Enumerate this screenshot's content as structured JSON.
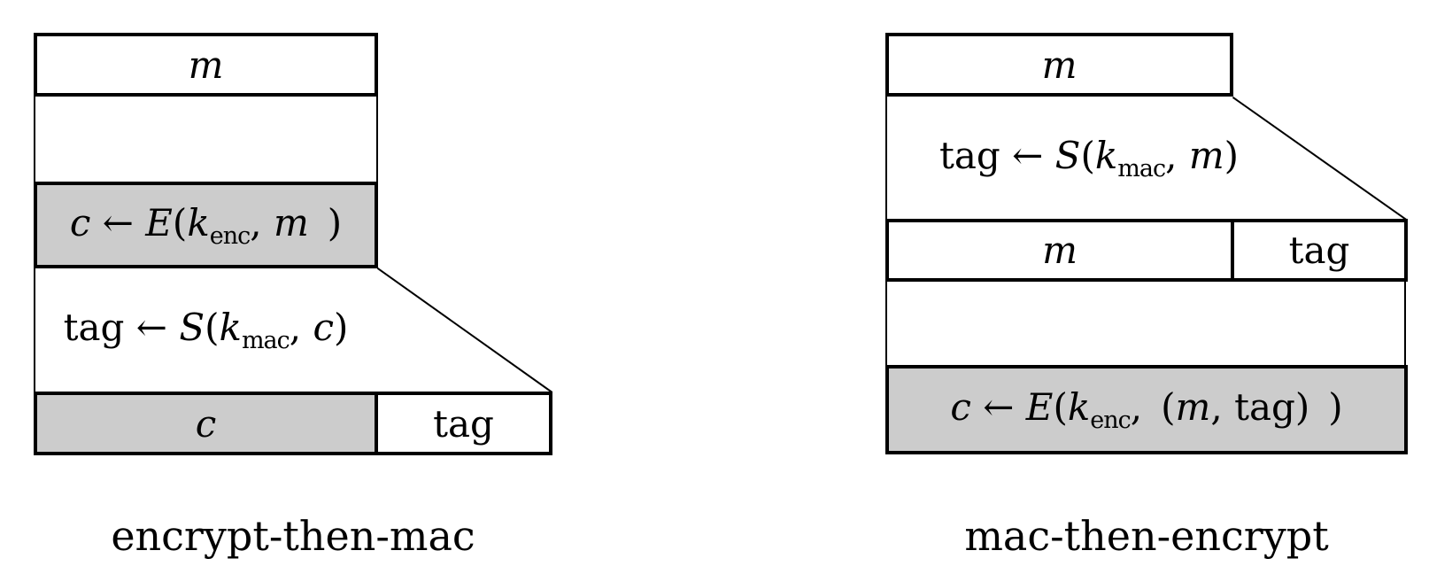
{
  "figure": {
    "background": "#ffffff",
    "border_color": "#000000",
    "gray_fill": "#cccccc",
    "left": {
      "caption": "encrypt-then-mac",
      "top_box_label": "m",
      "encrypt_formula": [
        {
          "t": "c",
          "s": "i"
        },
        {
          "t": " ← ",
          "s": "r"
        },
        {
          "t": "E",
          "s": "i"
        },
        {
          "t": "(",
          "s": "r"
        },
        {
          "t": "k",
          "s": "i"
        },
        {
          "t": "enc",
          "s": "sub"
        },
        {
          "t": ", ",
          "s": "r"
        },
        {
          "t": "m",
          "s": "i"
        },
        {
          "t": " )",
          "s": "r"
        }
      ],
      "mac_formula": [
        {
          "t": "tag ← ",
          "s": "r"
        },
        {
          "t": "S",
          "s": "i"
        },
        {
          "t": "(",
          "s": "r"
        },
        {
          "t": "k",
          "s": "i"
        },
        {
          "t": "mac",
          "s": "sub"
        },
        {
          "t": ", ",
          "s": "r"
        },
        {
          "t": "c",
          "s": "i"
        },
        {
          "t": ")",
          "s": "r"
        }
      ],
      "output_c_label": "c",
      "output_tag_label": "tag"
    },
    "right": {
      "caption": "mac-then-encrypt",
      "top_box_label": "m",
      "mac_formula": [
        {
          "t": "tag ← ",
          "s": "r"
        },
        {
          "t": "S",
          "s": "i"
        },
        {
          "t": "(",
          "s": "r"
        },
        {
          "t": "k",
          "s": "i"
        },
        {
          "t": "mac",
          "s": "sub"
        },
        {
          "t": ", ",
          "s": "r"
        },
        {
          "t": "m",
          "s": "i"
        },
        {
          "t": ")",
          "s": "r"
        }
      ],
      "row_m_label": "m",
      "row_tag_label": "tag",
      "encrypt_formula": [
        {
          "t": "c",
          "s": "i"
        },
        {
          "t": " ← ",
          "s": "r"
        },
        {
          "t": "E",
          "s": "i"
        },
        {
          "t": "(",
          "s": "r"
        },
        {
          "t": "k",
          "s": "i"
        },
        {
          "t": "enc",
          "s": "sub"
        },
        {
          "t": ", (",
          "s": "r"
        },
        {
          "t": "m",
          "s": "i"
        },
        {
          "t": ", tag)",
          "s": "r"
        },
        {
          "t": " )",
          "s": "r"
        }
      ]
    }
  }
}
